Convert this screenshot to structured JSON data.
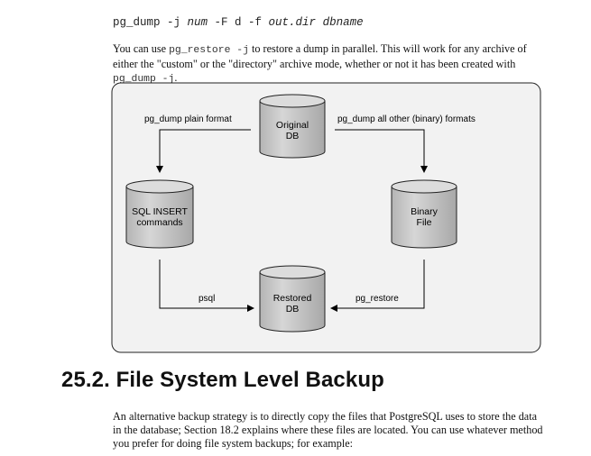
{
  "command": {
    "prefix": "pg_dump -j ",
    "num": "num",
    "mid": " -F d -f ",
    "outdir": "out.dir",
    "space": " ",
    "dbname": "dbname"
  },
  "para1": {
    "t1": "You can use ",
    "code1": "pg_restore -j",
    "t2": " to restore a dump in parallel. This will work for any archive of either the \"custom\" or the \"directory\" archive mode, whether or not it has been created with ",
    "code2": "pg_dump -j",
    "t3": "."
  },
  "diagram": {
    "original_db": [
      "Original",
      "DB"
    ],
    "sql_insert": [
      "SQL INSERT",
      "commands"
    ],
    "binary_file": [
      "Binary",
      "File"
    ],
    "restored_db": [
      "Restored",
      "DB"
    ],
    "label_plain": "pg_dump plain format",
    "label_binary": "pg_dump all other (binary) formats",
    "label_psql": "psql",
    "label_restore": "pg_restore",
    "cylinder_fill": "#c8c8c8",
    "box_fill": "#f2f2f2"
  },
  "heading": "25.2. File System Level Backup",
  "para2": "An alternative backup strategy is to directly copy the files that PostgreSQL uses to store the data in the database; Section 18.2 explains where these files are located. You can use whatever method you prefer for doing file system backups; for example:"
}
